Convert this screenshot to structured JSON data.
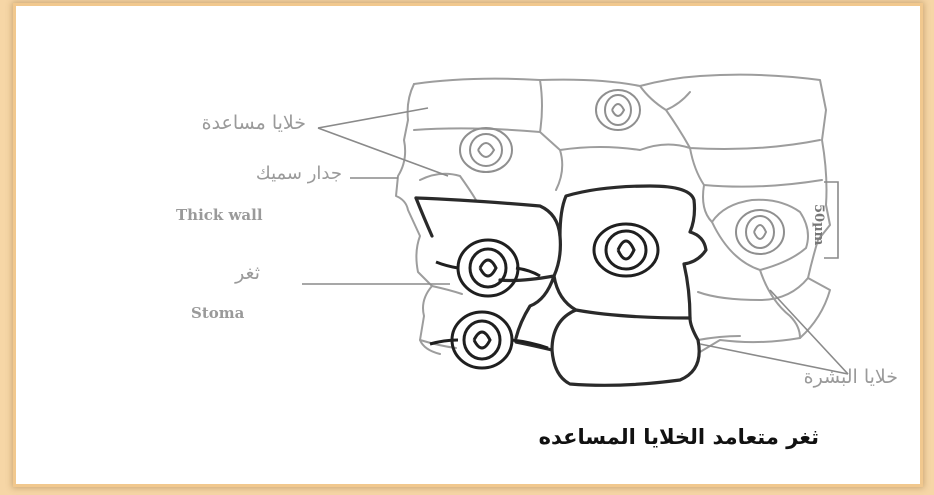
{
  "labels": {
    "subsidiary_cells": "خلايا مساعدة",
    "thick_wall_ar": "جدار سميك",
    "thick_wall_en": "Thick wall",
    "stoma_ar": "ثغر",
    "stoma_en": "Stoma",
    "epidermal_cells": "خلايا البشرة",
    "scale": "50µm"
  },
  "caption": "ثغر متعامد الخلايا المساعده",
  "colors": {
    "background": "#f6d6a6",
    "frame_border": "#f1c88e",
    "panel": "#ffffff",
    "label_text": "#9a9a9a",
    "thin_wall": "#9a9a9a",
    "thick_wall": "#2a2a2a",
    "caption_text": "#111111"
  }
}
